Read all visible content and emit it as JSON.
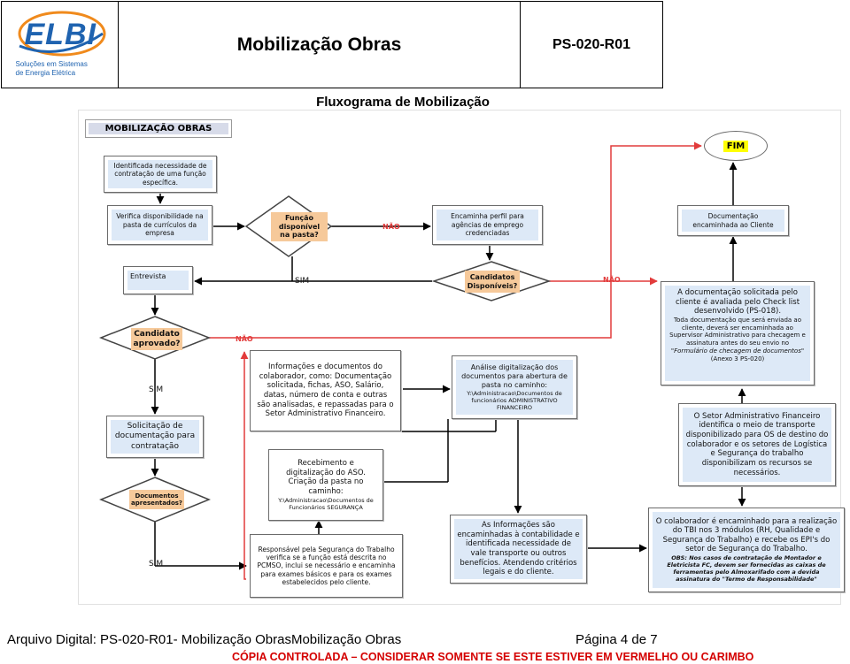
{
  "header": {
    "logo_text": "ELBI",
    "logo_subtitle_1": "Soluções em Sistemas",
    "logo_subtitle_2": "de Energia Elétrica",
    "title": "Mobilização Obras",
    "code": "PS-020-R01"
  },
  "diagram": {
    "title": "Fluxograma de Mobilização",
    "section_label": "MOBILIZAÇÃO OBRAS",
    "fim": "FIM",
    "nodes": {
      "identificada": "Identificada necessidade de contratação de uma função específica.",
      "verifica": "Verifica disponibilidade na pasta de currículos da empresa",
      "funcao_disponivel": "Função disponível na pasta?",
      "encaminha_perfil": "Encaminha perfil para agências de emprego credenciadas",
      "documentacao_encaminhada": "Documentação encaminhada ao Cliente",
      "entrevista": "Entrevista",
      "candidatos_disponiveis": "Candidatos Disponíveis?",
      "candidato_aprovado": "Candidato aprovado?",
      "informacoes_documentos": "Informações e documentos do colaborador, como: Documentação solicitada, fichas, ASO, Salário, datas, número de conta e outras são analisadas, e repassadas para o Setor Administrativo Financeiro.",
      "analise_digitalizacao_1": "Análise digitalização dos documentos para abertura de pasta no caminho:",
      "analise_digitalizacao_2": "Y:\\Administracao\\Documentos de funcionários ADMINISTRATIVO FINANCEIRO",
      "documentacao_avaliada_1": "A documentação solicitada pelo cliente é avaliada pelo Check list desenvolvido (PS-018).",
      "documentacao_avaliada_2": "Toda documentação que será enviada ao cliente, deverá ser encaminhada ao Supervisor Administrativo para checagem e assinatura antes do seu envio no ",
      "documentacao_avaliada_3": "\"Formulário de checagem de documentos\"",
      "documentacao_avaliada_4": " (Anexo 3 PS-020)",
      "solicitacao": "Solicitação de documentação para contratação",
      "recebimento_1": "Recebimento e digitalização do ASO. Criação da pasta no caminho:",
      "recebimento_2": "Y:\\Administracao\\Documentos de Funcionários SEGURANÇA",
      "setor_admin": "O Setor Administrativo Financeiro identifica o meio de transporte disponibilizado para OS de destino do colaborador e os setores de Logística e Segurança do trabalho disponibilizam os recursos se necessários.",
      "documentos_apresentados": "Documentos apresentados?",
      "informacoes_contabilidade": "As Informações são encaminhadas à contabilidade e identificada necessidade de vale transporte ou outros benefícios. Atendendo critérios legais e do cliente.",
      "colaborador_tbi_1": "O colaborador é encaminhado para a realização do TBI nos 3 módulos (RH, Qualidade e Segurança do Trabalho) e recebe os EPI's do setor de Segurança do Trabalho.",
      "colaborador_tbi_2": "OBS: Nos casos de contratação de Montador e Eletricista FC, devem ser fornecidas as caixas de ferramentas pelo Almoxarifado com a devida assinatura do \"Termo de Responsabilidade\"",
      "responsavel_seguranca": "Responsável pela Segurança do Trabalho verifica se a função está descrita no PCMSO, inclui se necessário e encaminha para exames básicos e para os exames estabelecidos pelo cliente."
    },
    "labels": {
      "nao_1": "NÃO",
      "sim_1": "SIM",
      "nao_2": "NÃO",
      "nao_3": "NÃO",
      "sim_2": "SIM",
      "sim_3": "SIM"
    }
  },
  "footer": {
    "file_line": "Arquivo Digital: PS-020-R01- Mobilização ObrasMobilização Obras",
    "page": "Página 4 de 7",
    "notice": "CÓPIA CONTROLADA – CONSIDERAR SOMENTE SE ESTE ESTIVER EM VERMELHO OU CARIMBO"
  },
  "colors": {
    "box_fill": "#dde9f7",
    "diamond_fill": "#f6c99a",
    "fim_fill": "#ffff00",
    "arrow_black": "#000000",
    "arrow_red": "#e23b3b",
    "footer_notice": "#d40000"
  }
}
